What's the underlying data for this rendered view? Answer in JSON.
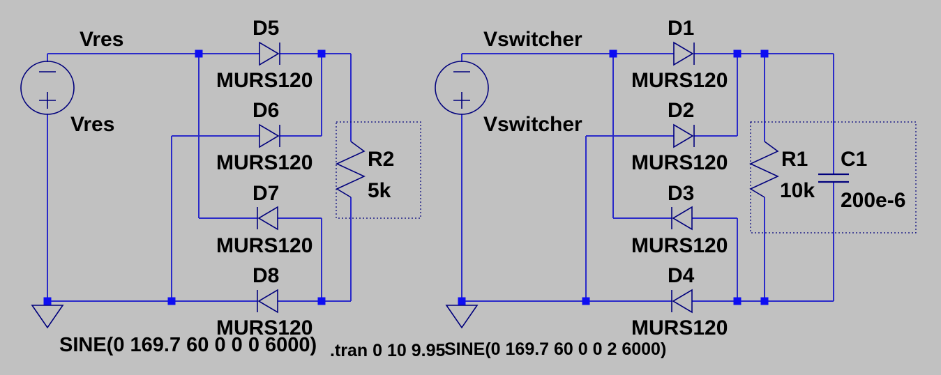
{
  "canvas": {
    "background_color": "#c1c1c1",
    "wire_color": "#2a2ac9",
    "symbol_color": "#00007c",
    "junction_color": "#0d0df2",
    "text_color": "#000000"
  },
  "directive": ".tran 0 10 9.95",
  "left": {
    "net_label": "Vres",
    "source": {
      "name": "Vres",
      "value": "SINE(0 169.7 60 0 0 0 6000)"
    },
    "diodes": [
      {
        "name": "D5",
        "model": "MURS120"
      },
      {
        "name": "D6",
        "model": "MURS120"
      },
      {
        "name": "D7",
        "model": "MURS120"
      },
      {
        "name": "D8",
        "model": "MURS120"
      }
    ],
    "resistor": {
      "name": "R2",
      "value": "5k"
    }
  },
  "right": {
    "net_label": "Vswitcher",
    "source": {
      "name": "Vswitcher",
      "value": "SINE(0 169.7 60 0 0 2 6000)"
    },
    "diodes": [
      {
        "name": "D1",
        "model": "MURS120"
      },
      {
        "name": "D2",
        "model": "MURS120"
      },
      {
        "name": "D3",
        "model": "MURS120"
      },
      {
        "name": "D4",
        "model": "MURS120"
      }
    ],
    "resistor": {
      "name": "R1",
      "value": "10k"
    },
    "capacitor": {
      "name": "C1",
      "value": "200e-6"
    }
  }
}
